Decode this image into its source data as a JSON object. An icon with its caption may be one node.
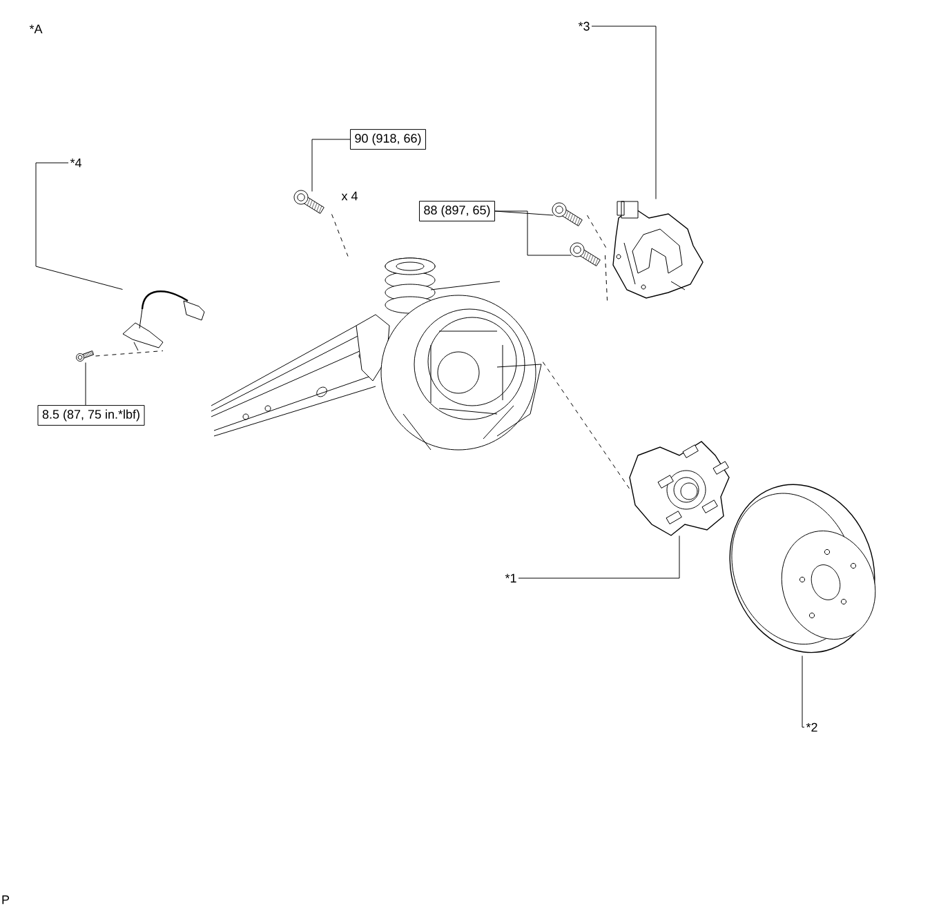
{
  "diagram": {
    "nodes": [
      {
        "text": [
          "*3"
        ]
      },
      {
        "text": [],
        "shape": "picture"
      },
      {
        "text": [
          "*4"
        ]
      },
      {
        "text": [],
        "shape": "picture"
      },
      {
        "text": [
          "90 (918, 66)"
        ]
      },
      {
        "text": [],
        "shape": "picture",
        "beside": [
          "x 4"
        ]
      },
      {
        "text": [
          "88 (897, 65)"
        ]
      },
      {
        "text": [],
        "shape": "picture"
      },
      {
        "text": [],
        "shape": "picture"
      },
      {
        "text": [
          "8.5 (87, 75 in.*lbf)"
        ]
      },
      {
        "text": [],
        "shape": "picture"
      },
      {
        "text": [
          "*1"
        ]
      },
      {
        "text": [],
        "shape": "picture"
      },
      {
        "text": [
          "*2"
        ]
      },
      {
        "text": [],
        "shape": "picture"
      },
      {
        "text": [],
        "shape": "picture"
      }
    ],
    "edges": [
      {
        "from": 0,
        "to": 1,
        "arrow": "none"
      },
      {
        "from": 2,
        "to": 3,
        "arrow": "none"
      },
      {
        "from": 4,
        "to": 5,
        "arrow": "none"
      },
      {
        "from": 6,
        "to": 7,
        "arrow": "none"
      },
      {
        "from": 6,
        "to": 8,
        "arrow": "none"
      },
      {
        "from": 9,
        "to": 10,
        "arrow": "none"
      },
      {
        "from": 11,
        "to": 12,
        "arrow": "none"
      },
      {
        "from": 13,
        "to": 14,
        "arrow": "none"
      },
      {
        "from": 5,
        "to": 15,
        "arrow": "none",
        "style": "dashed"
      },
      {
        "from": 7,
        "to": 1,
        "arrow": "none",
        "style": "dashed"
      },
      {
        "from": 8,
        "to": 1,
        "arrow": "none",
        "style": "dashed"
      },
      {
        "from": 10,
        "to": 3,
        "arrow": "none",
        "style": "dashed"
      },
      {
        "from": 12,
        "to": 15,
        "arrow": "none",
        "style": "dashed"
      }
    ],
    "labels": [
      "*A",
      "P"
    ]
  }
}
